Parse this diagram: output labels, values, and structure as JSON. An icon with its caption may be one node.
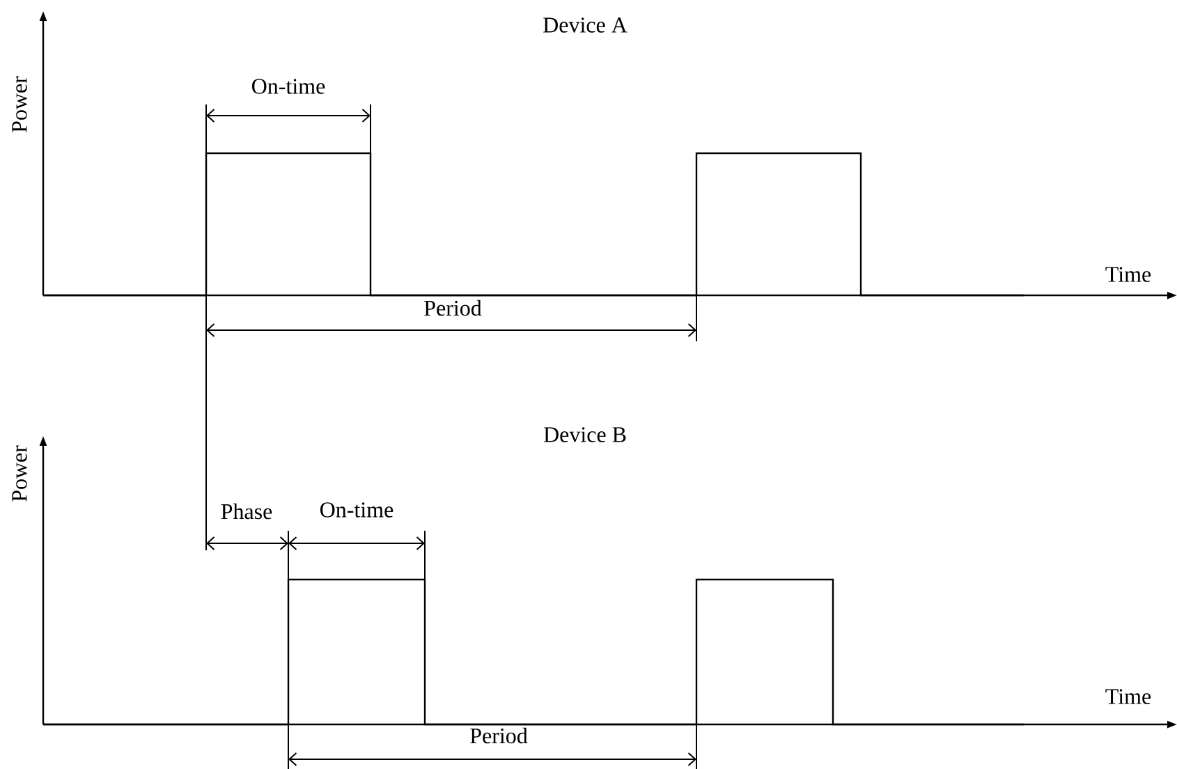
{
  "diagram": {
    "labels": [
      "Device A",
      "Power",
      "On-time",
      "Time",
      "Period",
      "Device B",
      "Phase",
      "On-time",
      "Power",
      "Time",
      "Period"
    ]
  }
}
